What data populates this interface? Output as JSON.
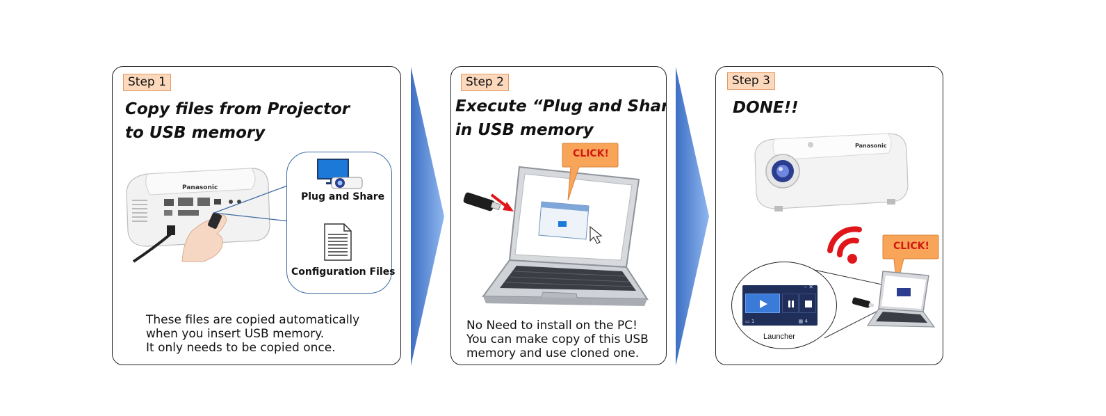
{
  "steps": [
    {
      "badge": "Step 1",
      "title_lines": [
        "Copy files from Projector",
        "to USB memory"
      ],
      "bubble_items": [
        "Plug and Share",
        "Configuration Files"
      ],
      "desc_lines": [
        "These files are copied automatically",
        "when you insert USB memory.",
        "It only needs to be copied once."
      ],
      "brand": "Panasonic"
    },
    {
      "badge": "Step 2",
      "title_lines": [
        "Execute “Plug and Share”",
        "in USB memory"
      ],
      "callout": "CLICK!",
      "desc_lines": [
        "No Need to install on the PC!",
        "You can make copy of this USB",
        "memory and use cloned one."
      ]
    },
    {
      "badge": "Step 3",
      "title_lines": [
        "DONE!!"
      ],
      "callout": "CLICK!",
      "launcher": {
        "label": "Launcher",
        "count_left": "1",
        "count_right": "4"
      },
      "brand": "Panasonic"
    }
  ],
  "colors": {
    "badge_fill": "#fcd9bd",
    "badge_border": "#e59a62",
    "callout_fill": "#f8a55a",
    "callout_text": "#d01a10",
    "chevron": "#4a7fd0",
    "wifi": "#e0161a",
    "bubble_border": "#3d6aa3"
  }
}
